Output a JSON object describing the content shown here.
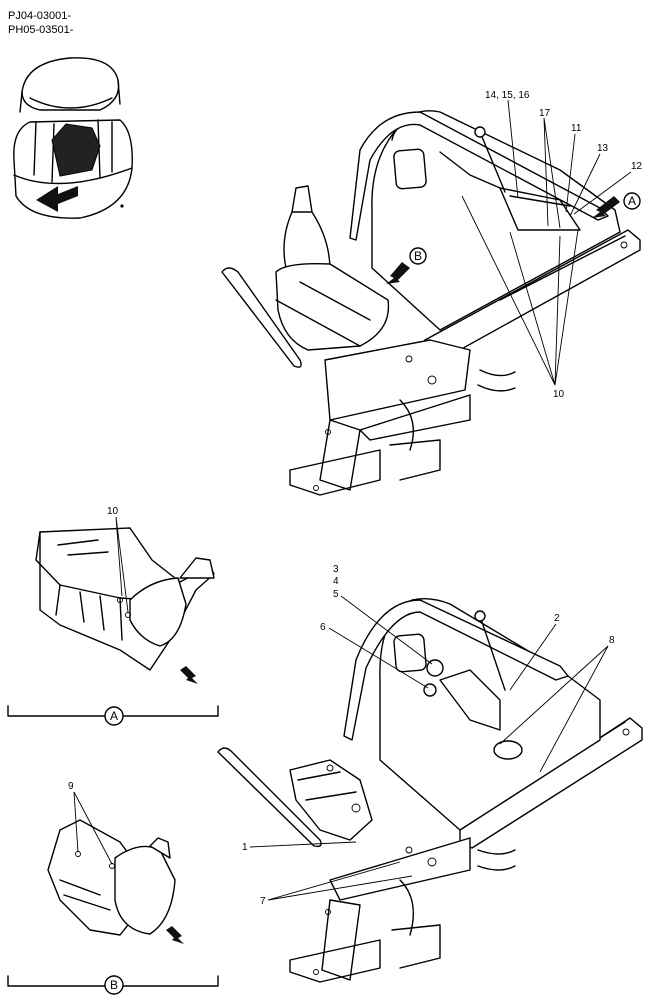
{
  "header": {
    "line1": "PJ04-03001-",
    "line2": "PH05-03501-"
  },
  "callouts_top": [
    "14, 15, 16",
    "17",
    "11",
    "13",
    "12",
    "10"
  ],
  "callouts_bottom": [
    "3",
    "4",
    "5",
    "6",
    "2",
    "8",
    "1",
    "7"
  ],
  "view_a": {
    "letter": "A",
    "callout": "10"
  },
  "view_b": {
    "letter": "B",
    "callout": "9"
  }
}
